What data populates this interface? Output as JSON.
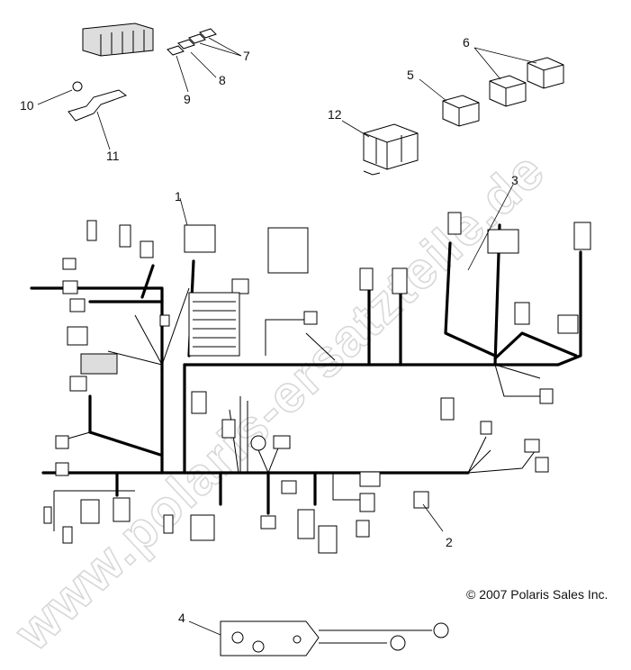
{
  "diagram": {
    "watermark": "www.polaris-ersatzteile.de",
    "copyright": "© 2007 Polaris Sales Inc.",
    "callouts": [
      "1",
      "2",
      "3",
      "4",
      "5",
      "6",
      "7",
      "8",
      "9",
      "10",
      "11",
      "12"
    ]
  }
}
